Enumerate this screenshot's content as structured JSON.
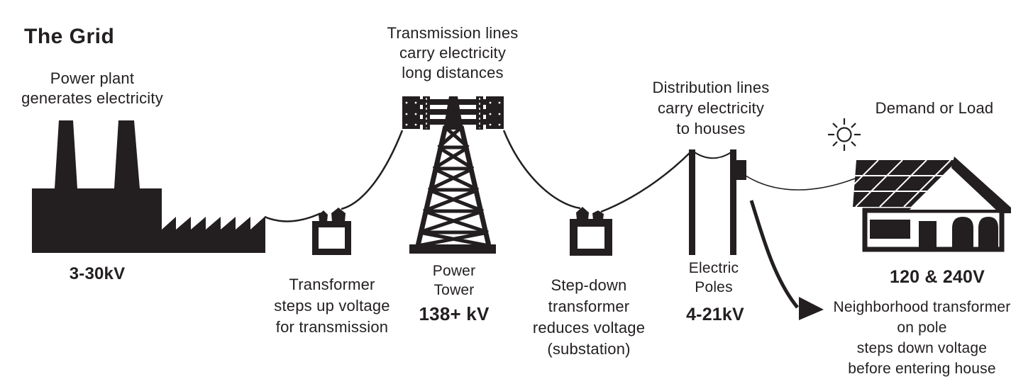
{
  "colors": {
    "ink": "#231f20",
    "background": "#ffffff"
  },
  "title": "The Grid",
  "icons": {
    "power_plant": "power-plant-icon",
    "step_up_transformer": "transformer-icon",
    "transmission_tower": "transmission-tower-icon",
    "substation_transformer": "substation-transformer-icon",
    "electric_poles": "electric-poles-icon",
    "pole_transformer": "pole-transformer-icon",
    "sun": "sun-icon",
    "house": "house-icon",
    "solar_panel": "solar-panel-icon",
    "arrow": "arrow-icon"
  },
  "stages": {
    "power_plant": {
      "caption": "Power plant\ngenerates electricity",
      "voltage": "3-30kV"
    },
    "step_up_transformer": {
      "caption": "Transformer\nsteps up voltage\nfor transmission"
    },
    "transmission": {
      "caption": "Transmission lines\ncarry electricity\nlong distances",
      "name": "Power\nTower",
      "voltage": "138+ kV"
    },
    "step_down_transformer": {
      "caption": "Step-down\ntransformer\nreduces voltage\n(substation)"
    },
    "distribution": {
      "caption": "Distribution lines\ncarry electricity\nto houses",
      "name": "Electric\nPoles",
      "voltage": "4-21kV"
    },
    "demand": {
      "caption": "Demand or Load",
      "voltage": "120 & 240V"
    },
    "neighborhood_transformer": {
      "note": "Neighborhood transformer\non pole\nsteps down voltage\nbefore entering house"
    }
  }
}
